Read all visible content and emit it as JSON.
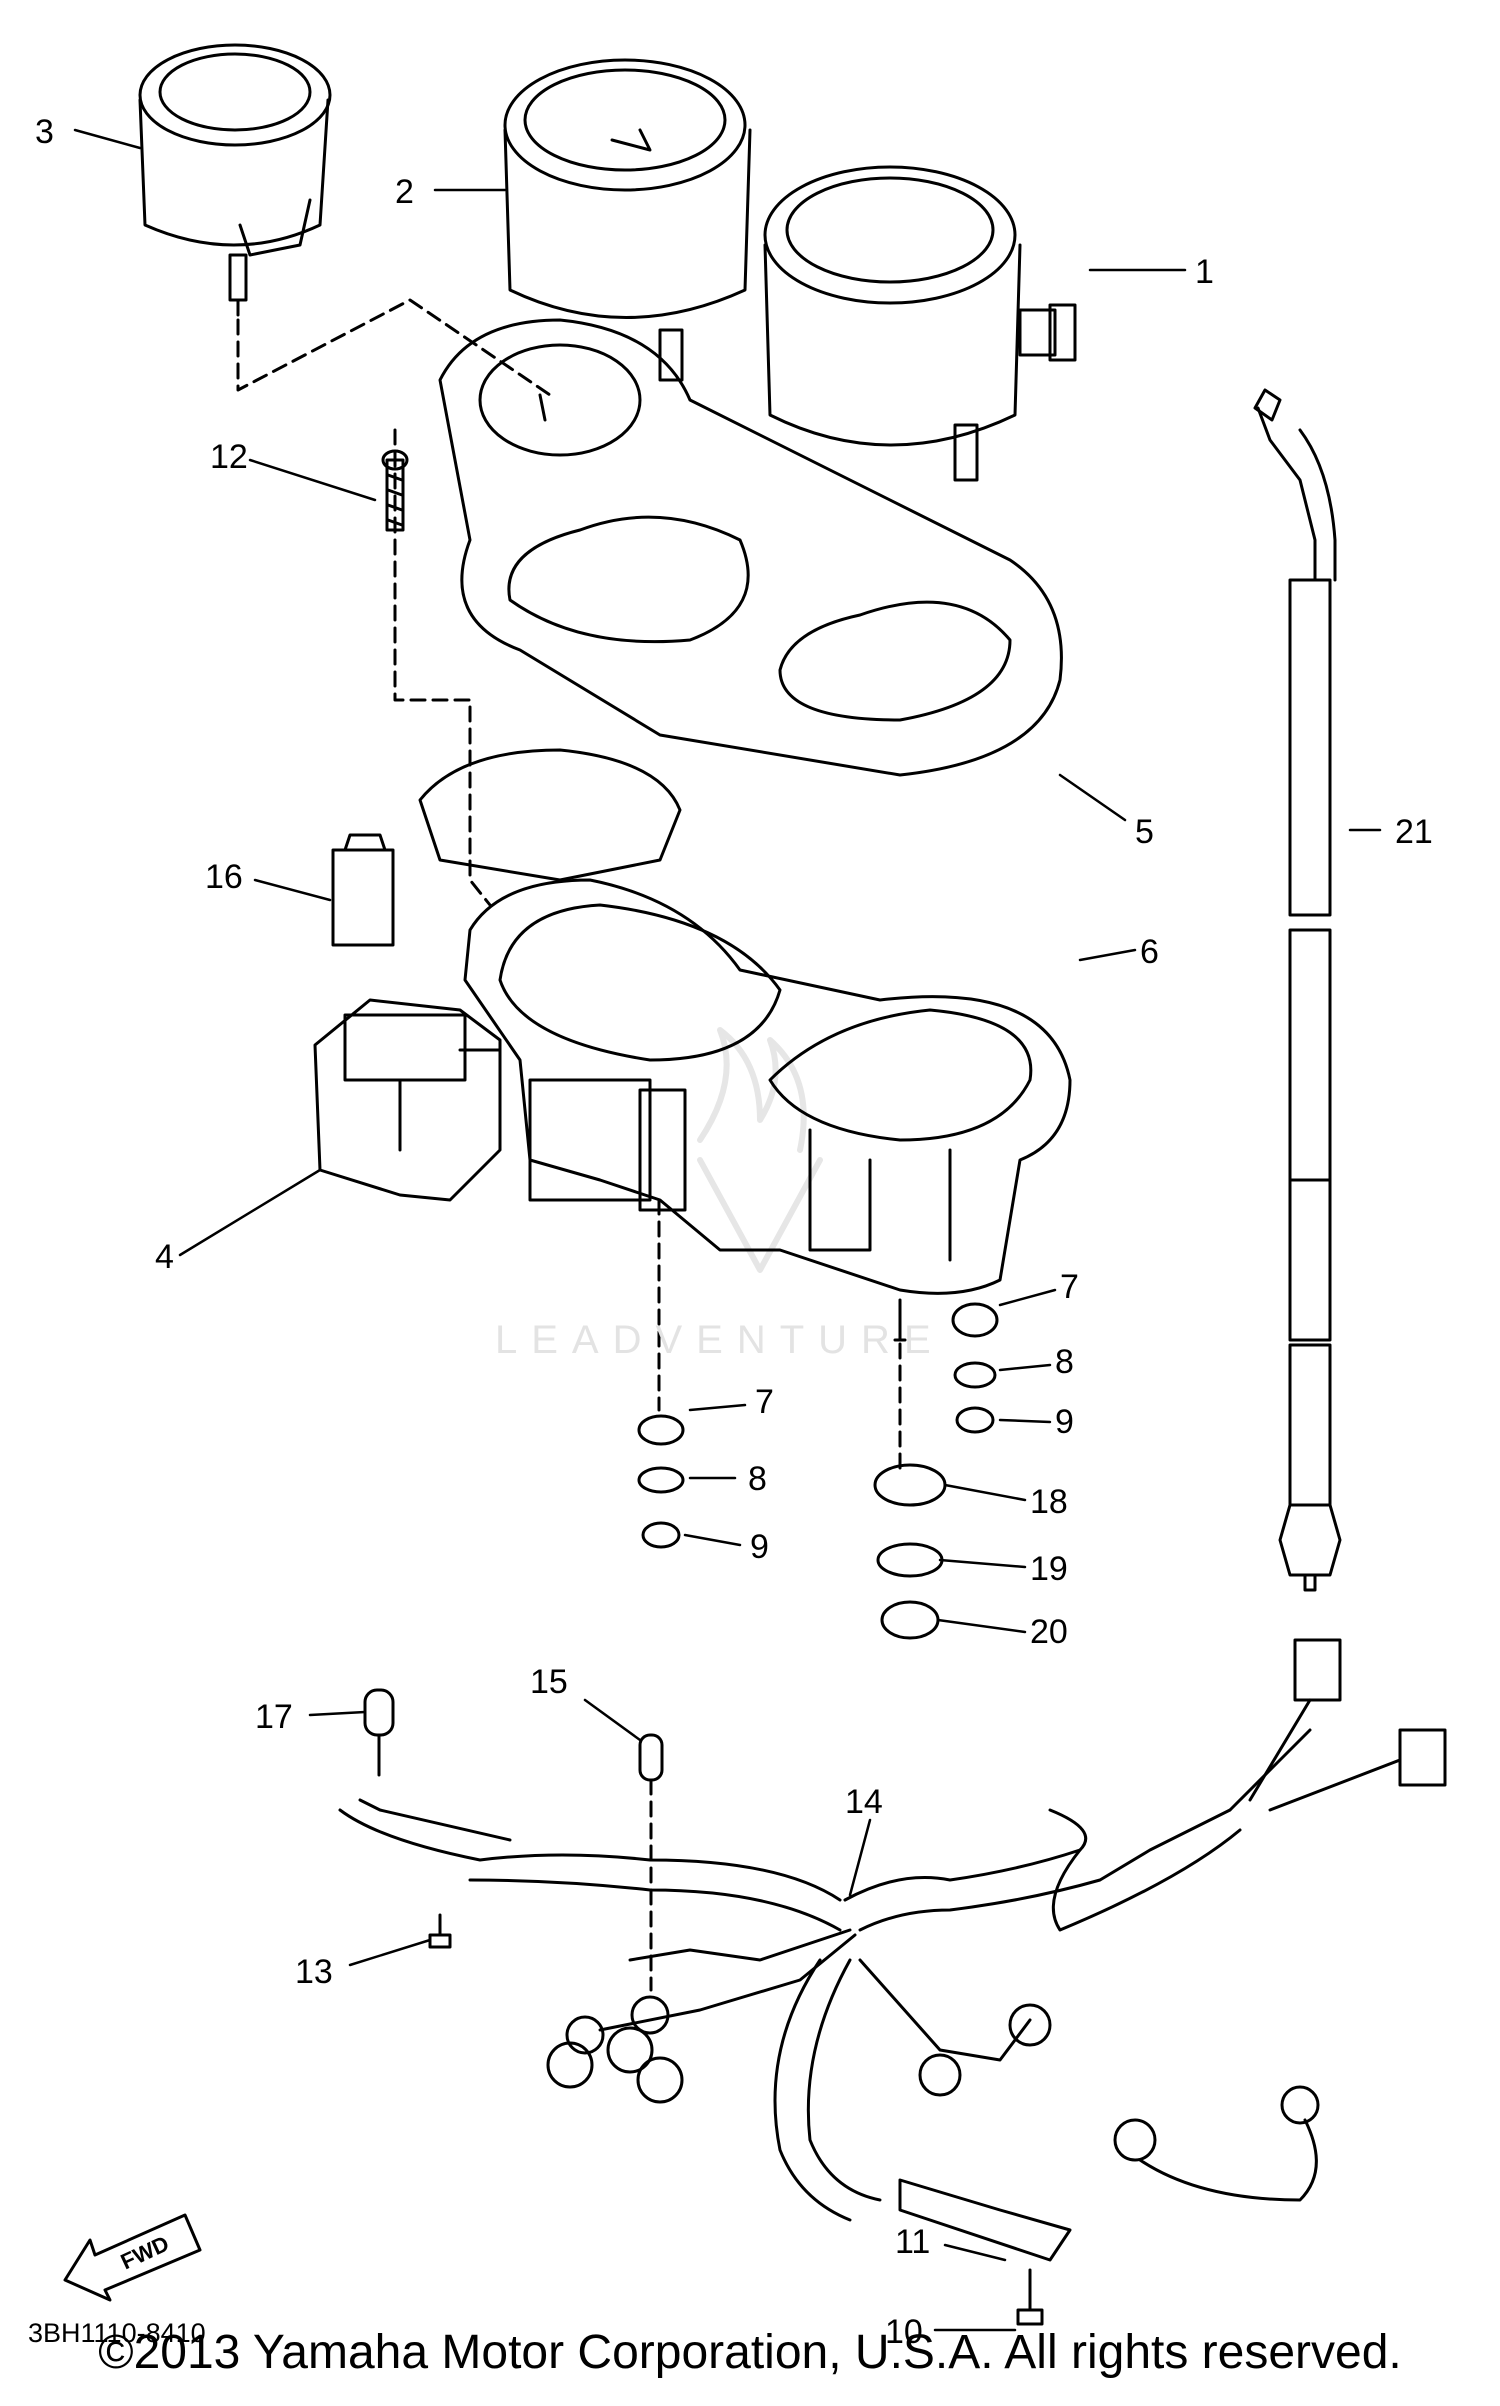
{
  "labels": {
    "p1": "1",
    "p2": "2",
    "p3": "3",
    "p4": "4",
    "p5": "5",
    "p6": "6",
    "p7a": "7",
    "p7b": "7",
    "p8a": "8",
    "p8b": "8",
    "p9a": "9",
    "p9b": "9",
    "p10": "10",
    "p11": "11",
    "p12": "12",
    "p13": "13",
    "p14": "14",
    "p15": "15",
    "p16": "16",
    "p17": "17",
    "p18": "18",
    "p19": "19",
    "p20": "20",
    "p21": "21"
  },
  "diagram_code": "3BH1110-8410",
  "fwd_label": "FWD",
  "watermark": "LEADVENTURE",
  "copyright": "©2013 Yamaha Motor Corporation, U.S.A. All rights reserved."
}
